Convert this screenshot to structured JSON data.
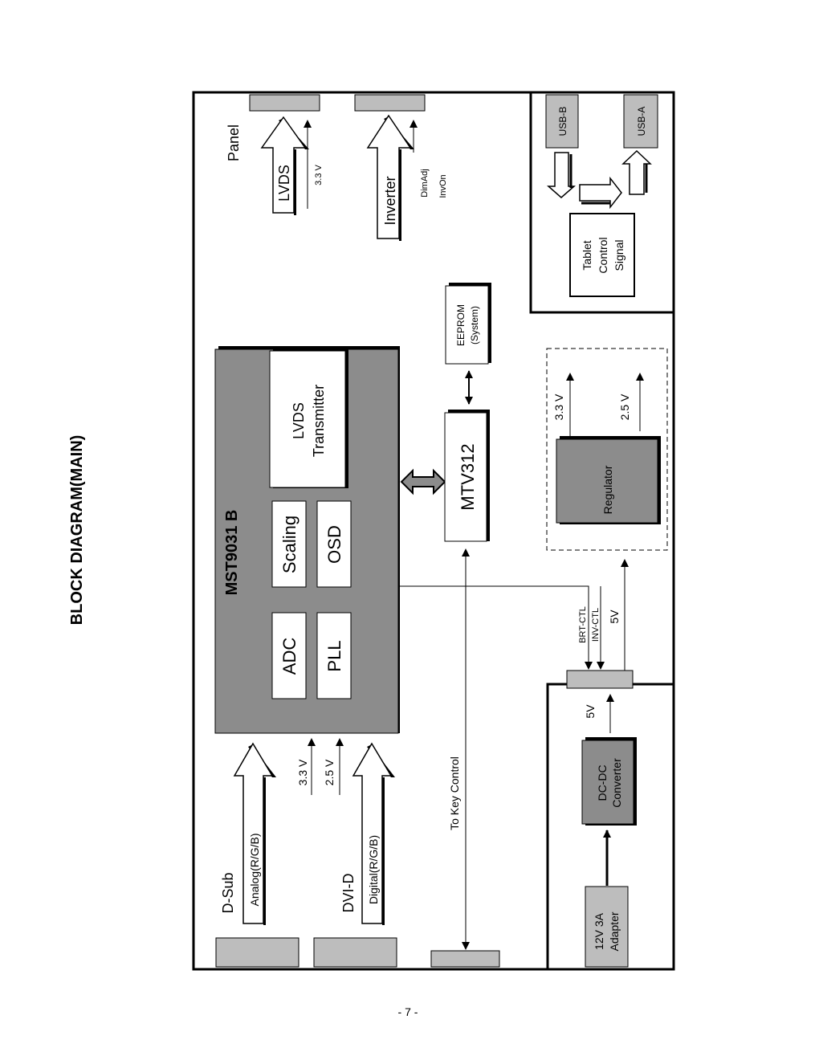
{
  "page": {
    "title": "BLOCK DIAGRAM(MAIN)",
    "page_number": "- 7 -"
  },
  "chip": {
    "name": "MST9031 B",
    "lvds_transmitter": [
      "LVDS",
      "Transmitter"
    ],
    "scaling": "Scaling",
    "osd": "OSD",
    "adc": "ADC",
    "pll": "PLL"
  },
  "mcu": {
    "name": "MTV312",
    "eeprom": [
      "EEPROM",
      "(System)"
    ]
  },
  "panel": {
    "label": "Panel",
    "lvds": "LVDS",
    "lvds_voltage": "3.3 V",
    "inverter": "Inverter",
    "inverter_signals": [
      "DimAdj",
      "InvOn"
    ]
  },
  "usb": {
    "usb_b": "USB-B",
    "usb_a": "USB-A",
    "tablet": [
      "Tablet",
      "Control",
      "Signal"
    ]
  },
  "regulator": {
    "label": "Regulator",
    "out1": "3.3 V",
    "out2": "2.5 V"
  },
  "inputs": {
    "dsub": "D-Sub",
    "analog": "Analog(R/G/B)",
    "dvid": "DVI-D",
    "digital": "Digital(R/G/B)",
    "v33": "3.3 V",
    "v25": "2.5 V",
    "key_control": "To Key Control"
  },
  "power": {
    "brt_ctl": "BRT-CTL",
    "inv_ctl": "INV-CTL",
    "v5_top": "5V",
    "v5_bottom": "5V",
    "dcdc": [
      "DC-DC",
      "Converter"
    ],
    "adapter": [
      "12V 3A",
      "Adapter"
    ]
  },
  "colors": {
    "block_dark": "#8c8c8c",
    "connector": "#bdbdbd",
    "line": "#000000",
    "background": "#ffffff"
  }
}
